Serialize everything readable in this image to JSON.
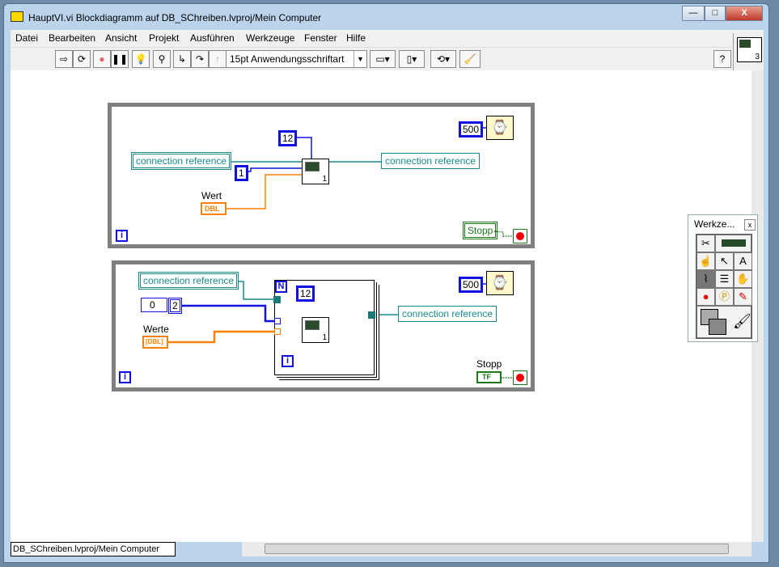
{
  "window": {
    "title": "HauptVI.vi Blockdiagramm auf DB_SChreiben.lvproj/Mein Computer",
    "minimize": "—",
    "maximize": "□",
    "close": "X"
  },
  "menu": [
    "Datei",
    "Bearbeiten",
    "Ansicht",
    "Projekt",
    "Ausführen",
    "Werkzeuge",
    "Fenster",
    "Hilfe"
  ],
  "toolbar": {
    "font": "15pt Anwendungsschriftart",
    "help": "?",
    "connector_number": "3"
  },
  "status": {
    "context": "DB_SChreiben.lvproj/Mein Computer"
  },
  "loop1": {
    "cref_in": "connection reference",
    "cref_out": "connection reference",
    "const_12": "12",
    "const_1": "1",
    "const_500": "500",
    "wert_label": "Wert",
    "wert_type": "DBL",
    "stop_label": "Stopp",
    "iter": "i",
    "subvi_num": "1"
  },
  "loop2": {
    "cref_in": "connection reference",
    "cref_out": "connection reference",
    "const_12": "12",
    "array_index": "0",
    "array_value": "2",
    "const_500": "500",
    "werte_label": "Werte",
    "werte_type": "[DBL]",
    "stop_label": "Stopp",
    "stop_type": "TF",
    "iter": "i",
    "for_n": "N",
    "for_i": "i",
    "subvi_num": "1"
  },
  "palette": {
    "title": "Werkze...",
    "close": "x"
  }
}
